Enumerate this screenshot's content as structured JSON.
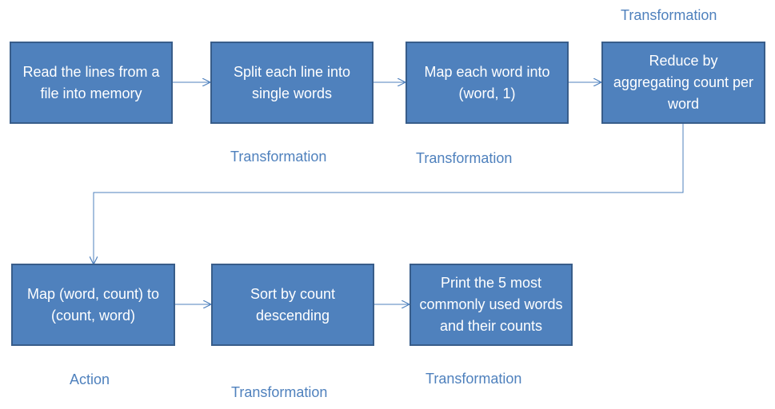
{
  "diagram": {
    "colors": {
      "box_fill": "#4f81bd",
      "box_border": "#385d8a",
      "text_on_box": "#ffffff",
      "label_text": "#4f81bd",
      "connector": "#4f81bd"
    },
    "steps": [
      {
        "id": "read",
        "text": "Read the lines from a file into memory"
      },
      {
        "id": "split",
        "text": "Split each line into single words"
      },
      {
        "id": "map1",
        "text": "Map each word into (word, 1)"
      },
      {
        "id": "reduce",
        "text": "Reduce by aggregating count per word"
      },
      {
        "id": "map2",
        "text": "Map (word, count) to (count, word)"
      },
      {
        "id": "sort",
        "text": "Sort by count descending"
      },
      {
        "id": "print",
        "text": "Print the 5 most commonly used words and their counts"
      }
    ],
    "labels": [
      {
        "for": "reduce",
        "text": "Transformation"
      },
      {
        "for": "split",
        "text": "Transformation"
      },
      {
        "for": "map1",
        "text": "Transformation"
      },
      {
        "for": "map2",
        "text": "Action"
      },
      {
        "for": "sort",
        "text": "Transformation"
      },
      {
        "for": "print",
        "text": "Transformation"
      }
    ],
    "connections": [
      {
        "from": "read",
        "to": "split"
      },
      {
        "from": "split",
        "to": "map1"
      },
      {
        "from": "map1",
        "to": "reduce"
      },
      {
        "from": "reduce",
        "to": "map2"
      },
      {
        "from": "map2",
        "to": "sort"
      },
      {
        "from": "sort",
        "to": "print"
      }
    ]
  }
}
